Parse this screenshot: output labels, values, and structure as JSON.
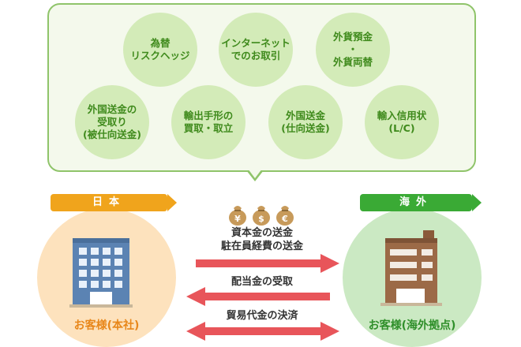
{
  "services": [
    {
      "label": "為替\nリスクヘッジ"
    },
    {
      "label": "インターネット\nでのお取引"
    },
    {
      "label": "外貨預金\n・\n外貨両替"
    },
    {
      "label": "外国送金の\n受取り\n(被仕向送金)"
    },
    {
      "label": "輸出手形の\n買取・取立"
    },
    {
      "label": "外国送金\n(仕向送金)"
    },
    {
      "label": "輸入信用状\n(L/C)"
    }
  ],
  "regions": {
    "japan": "日本",
    "overseas": "海外"
  },
  "sites": {
    "japan": "お客様(本社)",
    "overseas": "お客様(海外拠点)"
  },
  "currencies": [
    "¥",
    "$",
    "€"
  ],
  "flows": [
    {
      "label": "資本金の送金\n駐在員経費の送金",
      "direction": "right"
    },
    {
      "label": "配当金の受取",
      "direction": "left"
    },
    {
      "label": "貿易代金の決済",
      "direction": "both"
    }
  ],
  "colors": {
    "japan": "#f0a41c",
    "overseas": "#3aaa35",
    "arrow": "#e8555a",
    "service_text": "#3f8a1c"
  }
}
